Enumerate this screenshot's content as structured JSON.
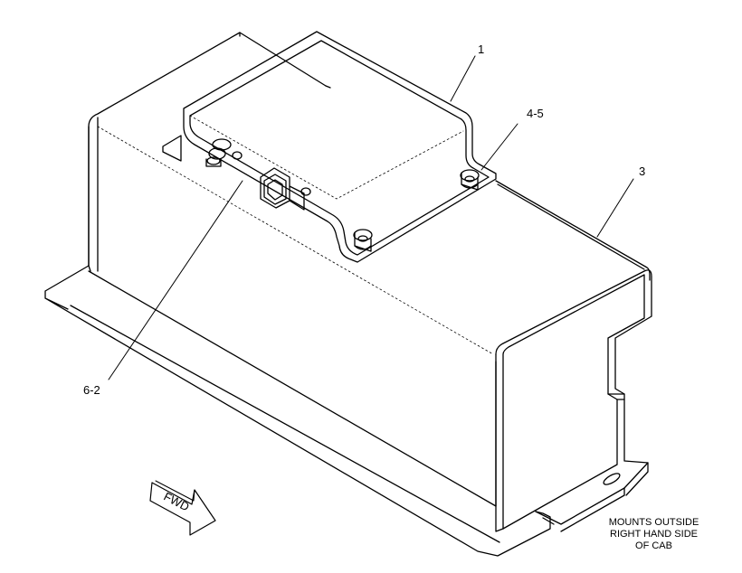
{
  "callouts": {
    "item_1": "1",
    "item_4_5": "4-5",
    "item_3": "3",
    "item_6_2": "6-2"
  },
  "fwd_arrow_label": "FWD",
  "mount_note": {
    "line1": "MOUNTS OUTSIDE",
    "line2": "RIGHT HAND SIDE",
    "line3": "OF CAB"
  },
  "colors": {
    "line": "#000000",
    "background": "#ffffff"
  }
}
